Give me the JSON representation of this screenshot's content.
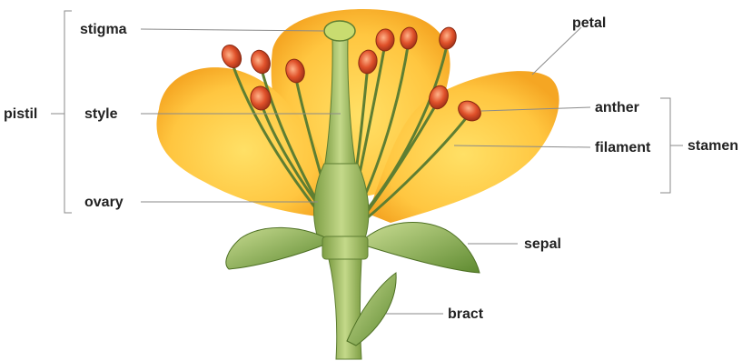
{
  "labels": {
    "stigma": "stigma",
    "style": "style",
    "ovary": "ovary",
    "pistil": "pistil",
    "petal": "petal",
    "anther": "anther",
    "filament": "filament",
    "stamen": "stamen",
    "sepal": "sepal",
    "bract": "bract"
  },
  "colors": {
    "petal_fill": "#FFC640",
    "petal_edge": "#F5A623",
    "stem_green": "#9DBB59",
    "leaf_green": "#6E9A3C",
    "anther_fill": "#E0512A",
    "leader_line": "#8A8A8A"
  }
}
